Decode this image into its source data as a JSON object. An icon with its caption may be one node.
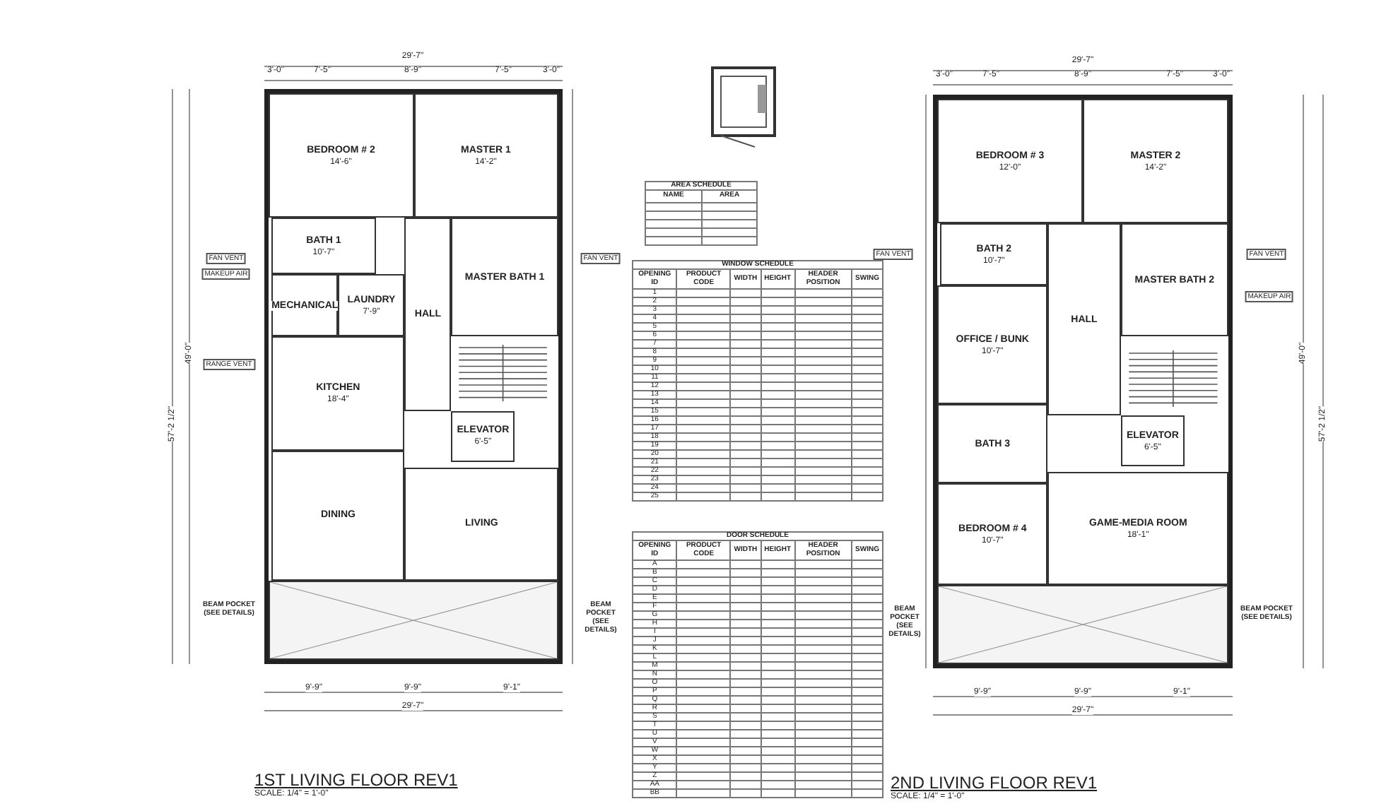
{
  "diagram": {
    "nodes": [
      {
        "text": [],
        "shape": "box"
      },
      {
        "text": [
          "BEDROOM # 2",
          "14'-6\""
        ],
        "in": 0
      },
      {
        "text": [
          "MASTER 1",
          "14'-2\""
        ],
        "in": 0
      },
      {
        "text": [
          "BATH 1",
          "10'-7\""
        ],
        "in": 0
      },
      {
        "text": [
          "MASTER BATH 1"
        ],
        "in": 0
      },
      {
        "text": [
          "MECHANICAL"
        ],
        "in": 0
      },
      {
        "text": [
          "LAUNDRY",
          "7'-9\""
        ],
        "in": 0
      },
      {
        "text": [
          "HALL"
        ],
        "in": 0
      },
      {
        "text": [
          "KITCHEN",
          "18'-4\""
        ],
        "in": 0
      },
      {
        "text": [
          "ELEVATOR",
          "6'-5\""
        ],
        "in": 0
      },
      {
        "text": [
          "DINING"
        ],
        "in": 0
      },
      {
        "text": [
          "LIVING"
        ],
        "in": 0
      },
      {
        "text": [],
        "shape": "box",
        "in": 0
      },
      {
        "text": [],
        "shape": "picture"
      },
      {
        "text": [],
        "shape": "box"
      },
      {
        "text": [
          "BEDROOM # 3",
          "12'-0\""
        ],
        "in": 14
      },
      {
        "text": [
          "MASTER 2",
          "14'-2\""
        ],
        "in": 14
      },
      {
        "text": [
          "BATH 2",
          "10'-7\""
        ],
        "in": 14
      },
      {
        "text": [
          "MASTER BATH 2"
        ],
        "in": 14
      },
      {
        "text": [
          "HALL"
        ],
        "in": 14
      },
      {
        "text": [
          "OFFICE / BUNK",
          "10'-7\""
        ],
        "in": 14
      },
      {
        "text": [
          "BATH 3"
        ],
        "in": 14
      },
      {
        "text": [
          "ELEVATOR",
          "6'-5\""
        ],
        "in": 14
      },
      {
        "text": [
          "BEDROOM # 4",
          "10'-7\""
        ],
        "in": 14
      },
      {
        "text": [
          "GAME-MEDIA ROOM",
          "18'-1\""
        ],
        "in": 14
      },
      {
        "text": [],
        "shape": "box",
        "in": 14
      }
    ],
    "edges": [],
    "labels": [
      "29'-7\"",
      "3'-0\"",
      "7'-5\"",
      "8'-9\"",
      "7'-5\"",
      "3'-0\"",
      "29'-7\"",
      "3'-0\"",
      "7'-5\"",
      "8'-9\"",
      "7'-5\"",
      "3'-0\"",
      "AREA SCHEDULE",
      "NAME",
      "AREA",
      "FAN VENT",
      "MAKEUP AIR",
      "FAN VENT",
      "RANGE VENT",
      "49'-0\"",
      "57'-2 1/2\"",
      "WINDOW SCHEDULE",
      "OPENING ID",
      "PRODUCT CODE",
      "WIDTH",
      "HEIGHT",
      "HEADER POSITION",
      "SWING",
      "1",
      "2",
      "3",
      "4",
      "5",
      "6",
      "7",
      "8",
      "9",
      "10",
      "11",
      "12",
      "13",
      "14",
      "15",
      "16",
      "17",
      "18",
      "19",
      "20",
      "21",
      "22",
      "23",
      "24",
      "25",
      "FAN VENT",
      "FAN VENT",
      "MAKEUP AIR",
      "49'-0\"",
      "57'-2 1/2\"",
      "BEAM POCKET (SEE DETAILS)",
      "BEAM POCKET (SEE DETAILS)",
      "BEAM POCKET (SEE DETAILS)",
      "BEAM POCKET (SEE DETAILS)",
      "9'-9\"",
      "9'-9\"",
      "9'-1\"",
      "29'-7\"",
      "9'-9\"",
      "9'-9\"",
      "9'-1\"",
      "29'-7\"",
      "DOOR SCHEDULE",
      "OPENING ID",
      "PRODUCT CODE",
      "WIDTH",
      "HEIGHT",
      "HEADER POSITION",
      "SWING",
      "A",
      "B",
      "C",
      "D",
      "E",
      "F",
      "G",
      "H",
      "I",
      "J",
      "K",
      "L",
      "M",
      "N",
      "O",
      "P",
      "Q",
      "R",
      "S",
      "T",
      "U",
      "V",
      "W",
      "X",
      "Y",
      "Z",
      "AA",
      "BB",
      "1ST LIVING FLOOR REV1",
      "SCALE: 1/4\" = 1'-0\"",
      "2ND LIVING FLOOR REV1",
      "SCALE: 1/4\" = 1'-0\""
    ]
  }
}
